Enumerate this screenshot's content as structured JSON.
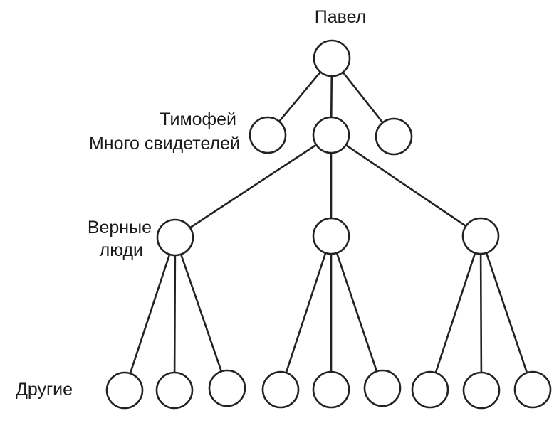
{
  "labels": {
    "top": "Павел",
    "level2_line1": "Тимофей",
    "level2_line2": "Много свидетелей",
    "level3_line1": "Верные",
    "level3_line2": "люди",
    "level4": "Другие"
  },
  "tree": {
    "root": "pavel",
    "nodes": [
      "pavel",
      "l2-left",
      "timofey",
      "l2-right",
      "faithful-1",
      "faithful-2",
      "faithful-3",
      "other-1",
      "other-2",
      "other-3",
      "other-4",
      "other-5",
      "other-6",
      "other-7",
      "other-8",
      "other-9"
    ],
    "edges": [
      [
        "pavel",
        "l2-left"
      ],
      [
        "pavel",
        "timofey"
      ],
      [
        "pavel",
        "l2-right"
      ],
      [
        "timofey",
        "faithful-1"
      ],
      [
        "timofey",
        "faithful-2"
      ],
      [
        "timofey",
        "faithful-3"
      ],
      [
        "faithful-1",
        "other-1"
      ],
      [
        "faithful-1",
        "other-2"
      ],
      [
        "faithful-1",
        "other-3"
      ],
      [
        "faithful-2",
        "other-4"
      ],
      [
        "faithful-2",
        "other-5"
      ],
      [
        "faithful-2",
        "other-6"
      ],
      [
        "faithful-3",
        "other-7"
      ],
      [
        "faithful-3",
        "other-8"
      ],
      [
        "faithful-3",
        "other-9"
      ]
    ]
  }
}
